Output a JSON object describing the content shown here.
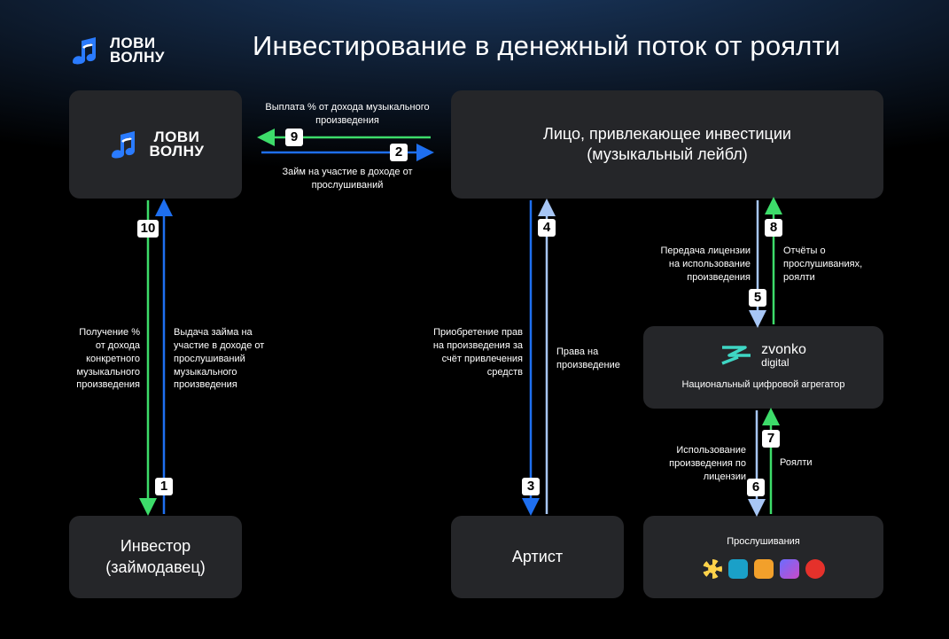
{
  "title": "Инвестирование в денежный поток от роялти",
  "logo": {
    "line1": "ЛОВИ",
    "line2": "ВОЛНУ"
  },
  "boxes": {
    "label_entity": "Лицо, привлекающее инвестиции (музыкальный лейбл)",
    "investor": "Инвестор (займодавец)",
    "artist": "Артист",
    "aggregator_logo_line1": "zvonko",
    "aggregator_logo_line2": "digital",
    "aggregator_caption": "Национальный цифровой агрегатор",
    "listening": "Прослушивания"
  },
  "flows": {
    "f9": "Выплата % от дохода музыкального произведения",
    "f2": "Займ на участие в доходе от прослушиваний",
    "f10": "Получение % от дохода конкретного музыкального произведения",
    "f1": "Выдача займа на участие в доходе от прослушиваний музыкального произведения",
    "f3": "Приобретение прав на произведения за счёт привлечения средств",
    "f4": "Права на произведение",
    "f5": "Передача лицензии на использование произведения",
    "f8": "Отчёты о прослушиваниях, роялти",
    "f6": "Использование произведения по лицензии",
    "f7": "Роялти"
  },
  "numbers": [
    "1",
    "2",
    "3",
    "4",
    "5",
    "6",
    "7",
    "8",
    "9",
    "10"
  ],
  "services": [
    "yandex-music-icon",
    "vk-music-icon",
    "ok-icon",
    "sber-zvuk-icon",
    "youtube-music-icon"
  ],
  "colors": {
    "green": "#3ddc6a",
    "blue": "#1e6ff0",
    "light_blue": "#a7c6f5",
    "box": "#252629"
  }
}
